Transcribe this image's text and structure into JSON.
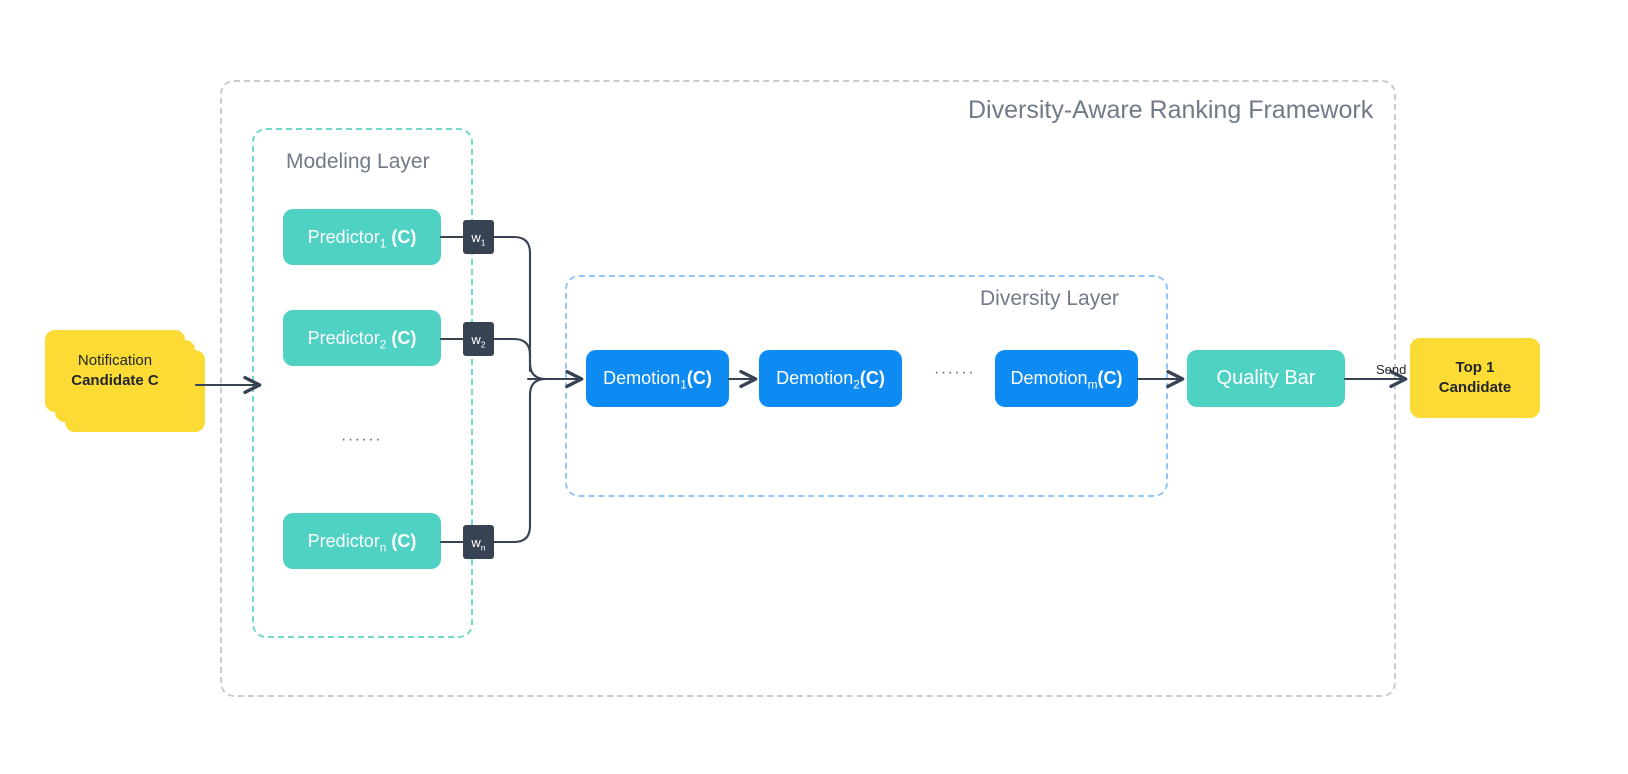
{
  "frame": {
    "title": "Diversity-Aware Ranking Framework",
    "border_color": "#c9cbcf"
  },
  "modeling_layer": {
    "title": "Modeling Layer",
    "border_color": "#74d8cc",
    "node_color": "#4fd1c3",
    "predictors": [
      {
        "base": "Predictor",
        "subscript": "1",
        "arg": "(C)",
        "weight": "w",
        "weight_subscript": "1"
      },
      {
        "base": "Predictor",
        "subscript": "2",
        "arg": "(C)",
        "weight": "w",
        "weight_subscript": "2"
      },
      {
        "base": "Predictor",
        "subscript": "n",
        "arg": "(C)",
        "weight": "w",
        "weight_subscript": "n"
      }
    ],
    "ellipsis": "······"
  },
  "diversity_layer": {
    "title": "Diversity Layer",
    "border_color": "#93c5f7",
    "node_color": "#0d8bf2",
    "demotions": [
      {
        "base": "Demotion",
        "subscript": "1",
        "arg": "(C)"
      },
      {
        "base": "Demotion",
        "subscript": "2",
        "arg": "(C)"
      },
      {
        "base": "Demotion",
        "subscript": "m",
        "arg": "(C)"
      }
    ],
    "ellipsis": "······"
  },
  "quality_bar": {
    "label": "Quality Bar",
    "color": "#4fd1c3"
  },
  "input_card": {
    "line1": "Notification",
    "line2": "Candidate C",
    "color": "#fbdb34",
    "stack_count": 3
  },
  "output_card": {
    "line1": "Top 1",
    "line2": "Candidate",
    "color": "#fbdb34"
  },
  "edges": {
    "send_label": "Send",
    "line_color": "#374253"
  }
}
